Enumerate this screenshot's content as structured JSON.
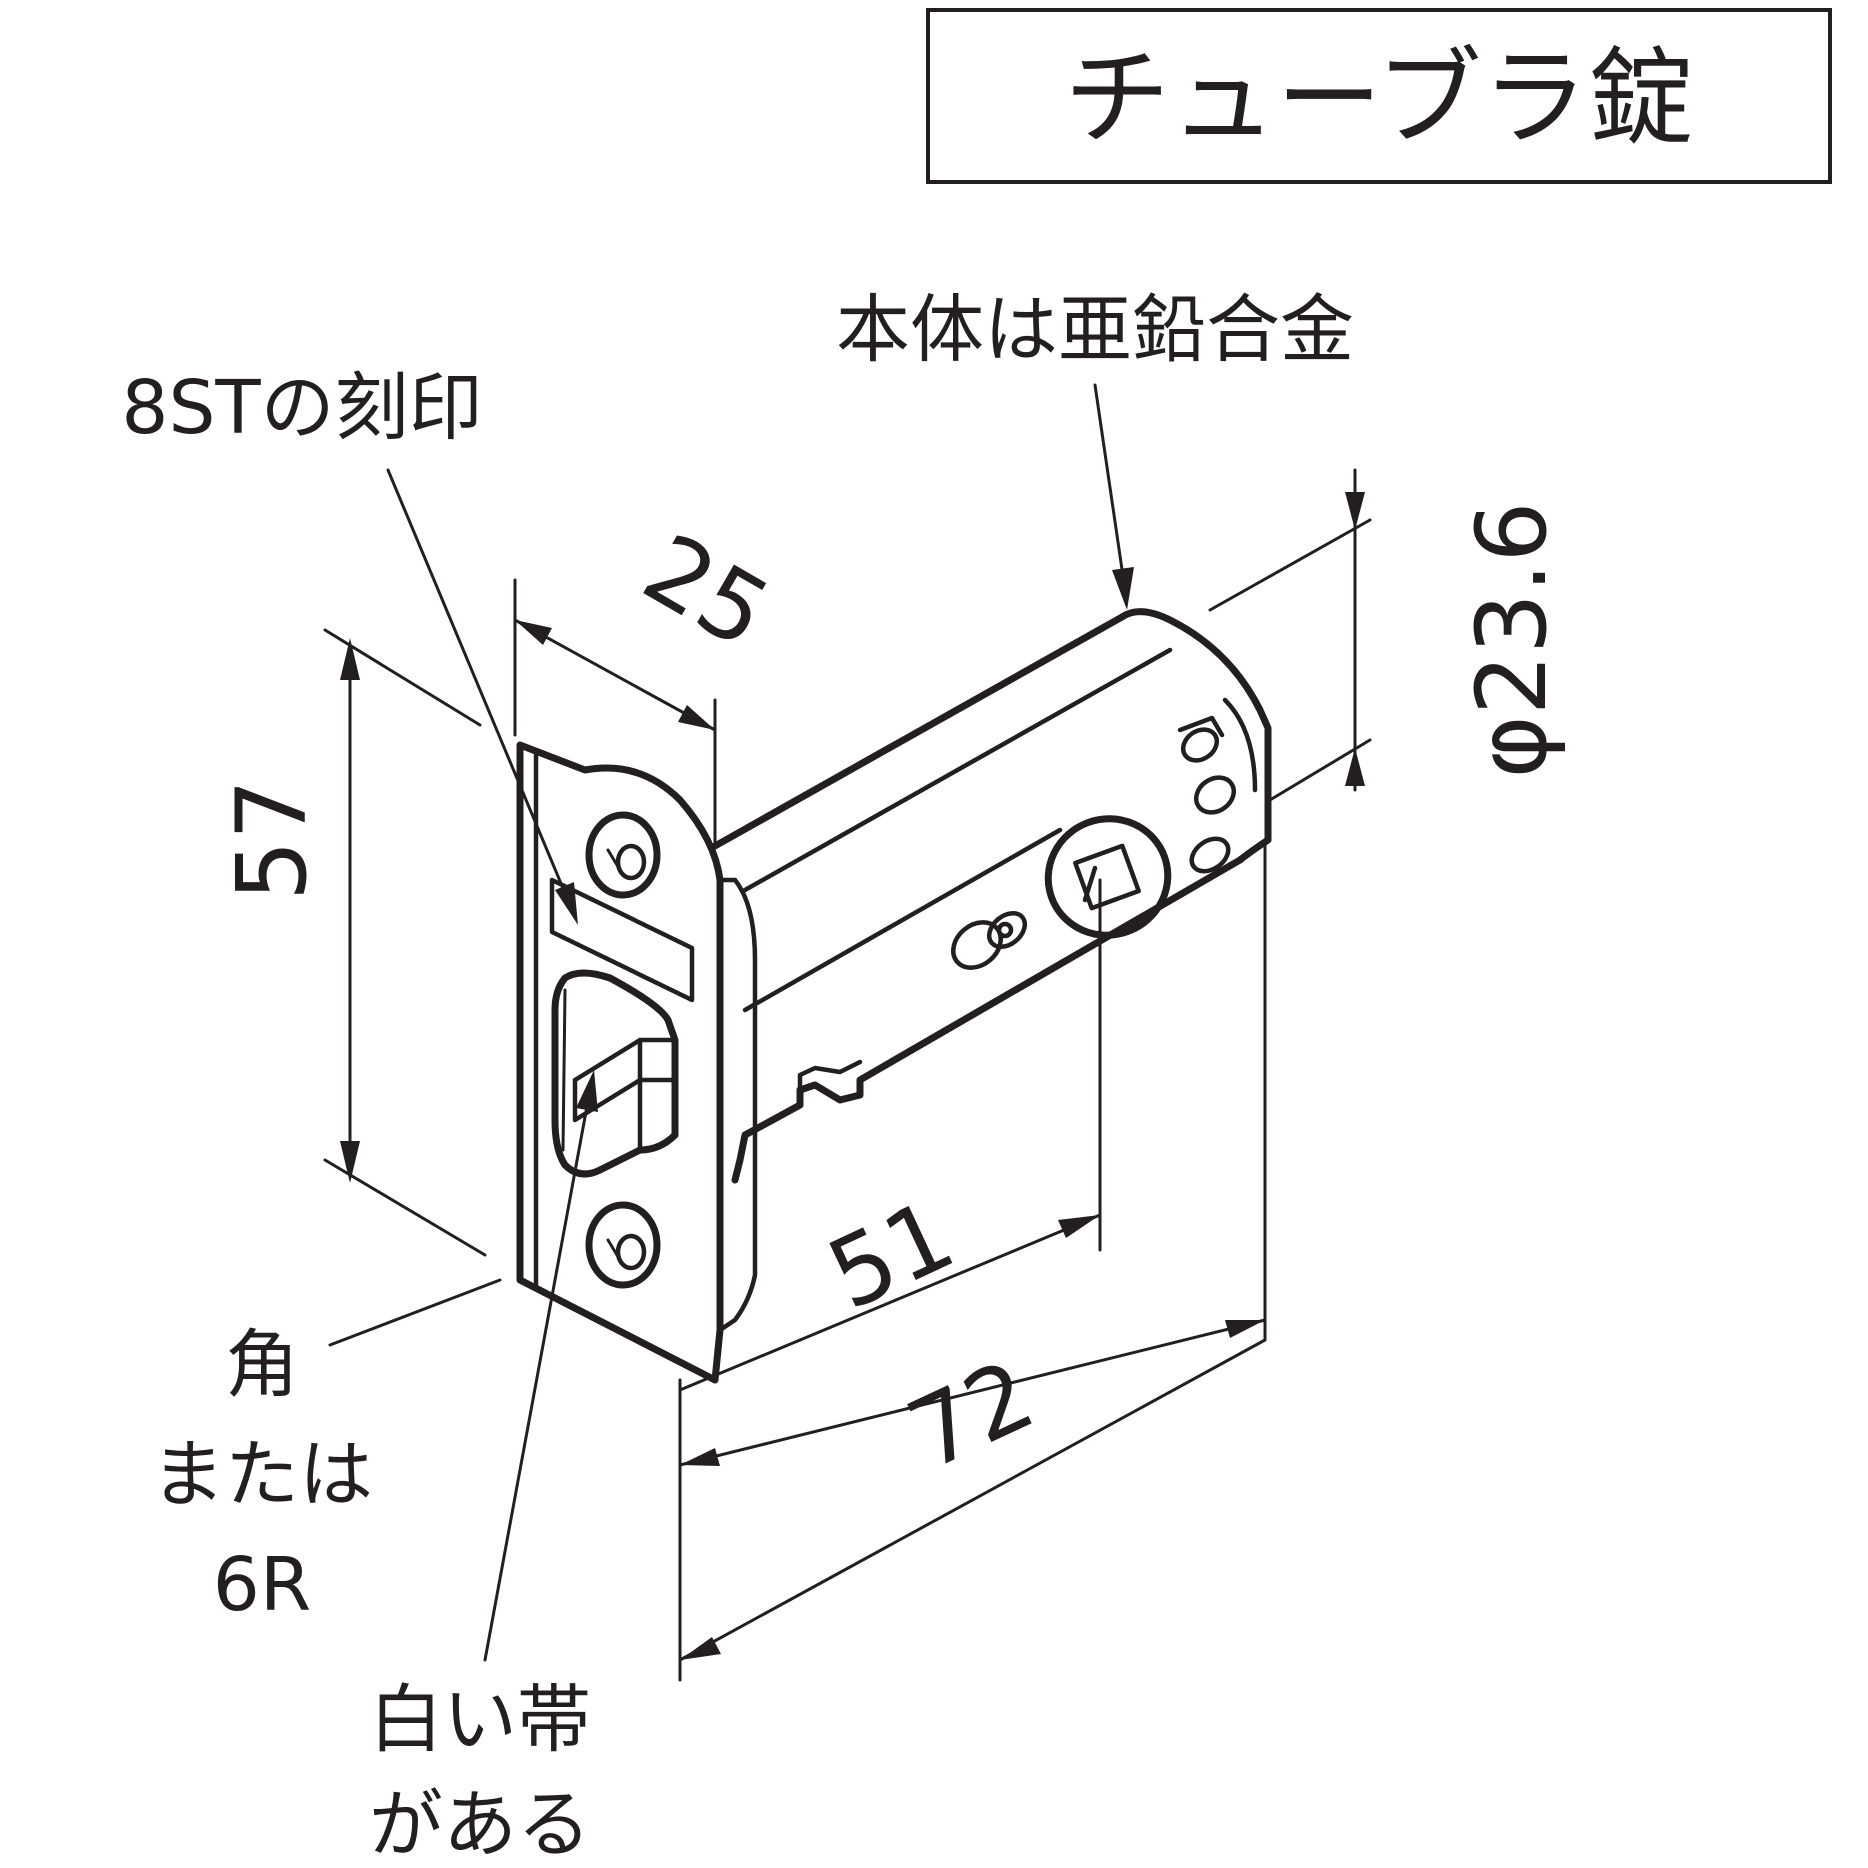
{
  "title": "チューブラ錠",
  "labels": {
    "body_material": "本体は亜鉛合金",
    "engraving": "8STの刻印",
    "corner_line1": "角",
    "corner_line2": "または",
    "corner_line3": "6R",
    "band_line1": "白い帯",
    "band_line2": "がある"
  },
  "dimensions": {
    "height": "57",
    "face_width": "25",
    "diameter": "φ23.6",
    "backset": "51",
    "total_length": "72"
  }
}
